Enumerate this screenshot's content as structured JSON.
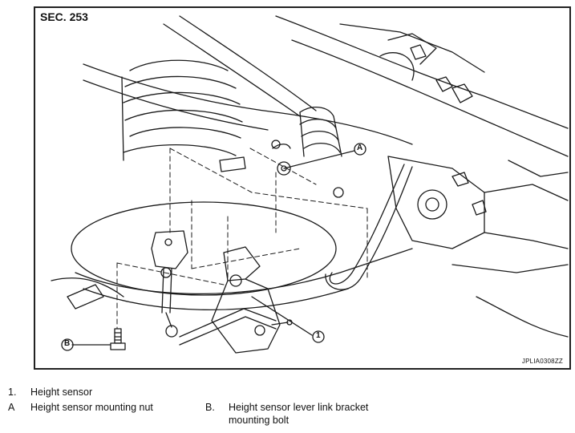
{
  "figure": {
    "section_label": "SEC. 253",
    "figure_code": "JPLIA0308ZZ",
    "callouts": {
      "c1": "1",
      "cA": "A",
      "cB": "B"
    }
  },
  "legend": {
    "item1": {
      "key": "1.",
      "label": "Height sensor"
    },
    "itemA": {
      "key": "A",
      "label": "Height sensor mounting nut"
    },
    "itemB": {
      "key": "B.",
      "label_line1": "Height sensor lever link bracket",
      "label_line2": "mounting bolt"
    }
  }
}
